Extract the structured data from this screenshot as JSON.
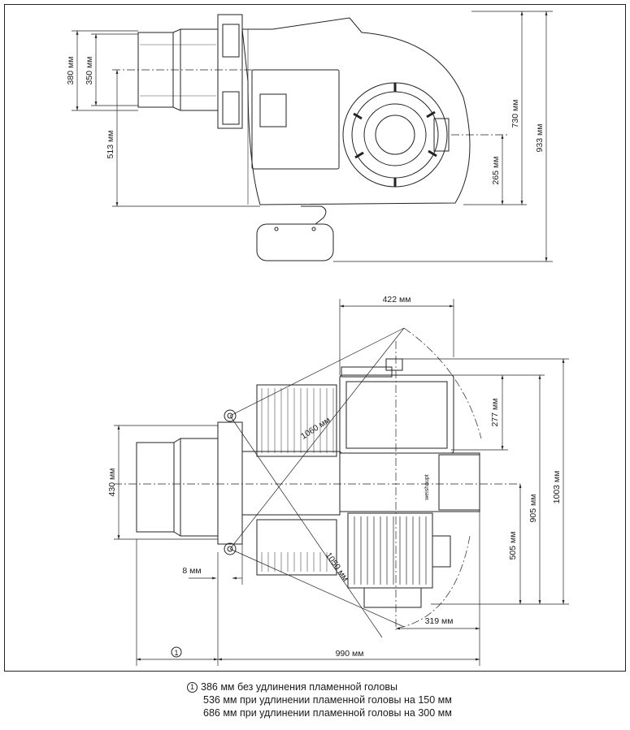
{
  "top_view": {
    "dims": {
      "d380": "380 мм",
      "d350": "350 мм",
      "d513": "513 мм",
      "d730": "730 мм",
      "d933": "933 мм",
      "d265": "265 мм"
    }
  },
  "bottom_view": {
    "dims": {
      "d422": "422 мм",
      "d1060": "1060 мм",
      "d1050": "1050 мм",
      "d277": "277 мм",
      "d430": "430 мм",
      "d905": "905 мм",
      "d1003": "1003 мм",
      "d505": "505 мм",
      "d8": "8 мм",
      "d319": "319 мм",
      "d990": "990 мм",
      "marker": "1"
    },
    "motor_label": "weishaupt"
  },
  "notes": {
    "marker": "1",
    "line1": "386 мм без удлинения пламенной головы",
    "line2": "536 мм при удлинении пламенной головы на 150 мм",
    "line3": "686 мм при удлинении пламенной головы на 300 мм"
  }
}
